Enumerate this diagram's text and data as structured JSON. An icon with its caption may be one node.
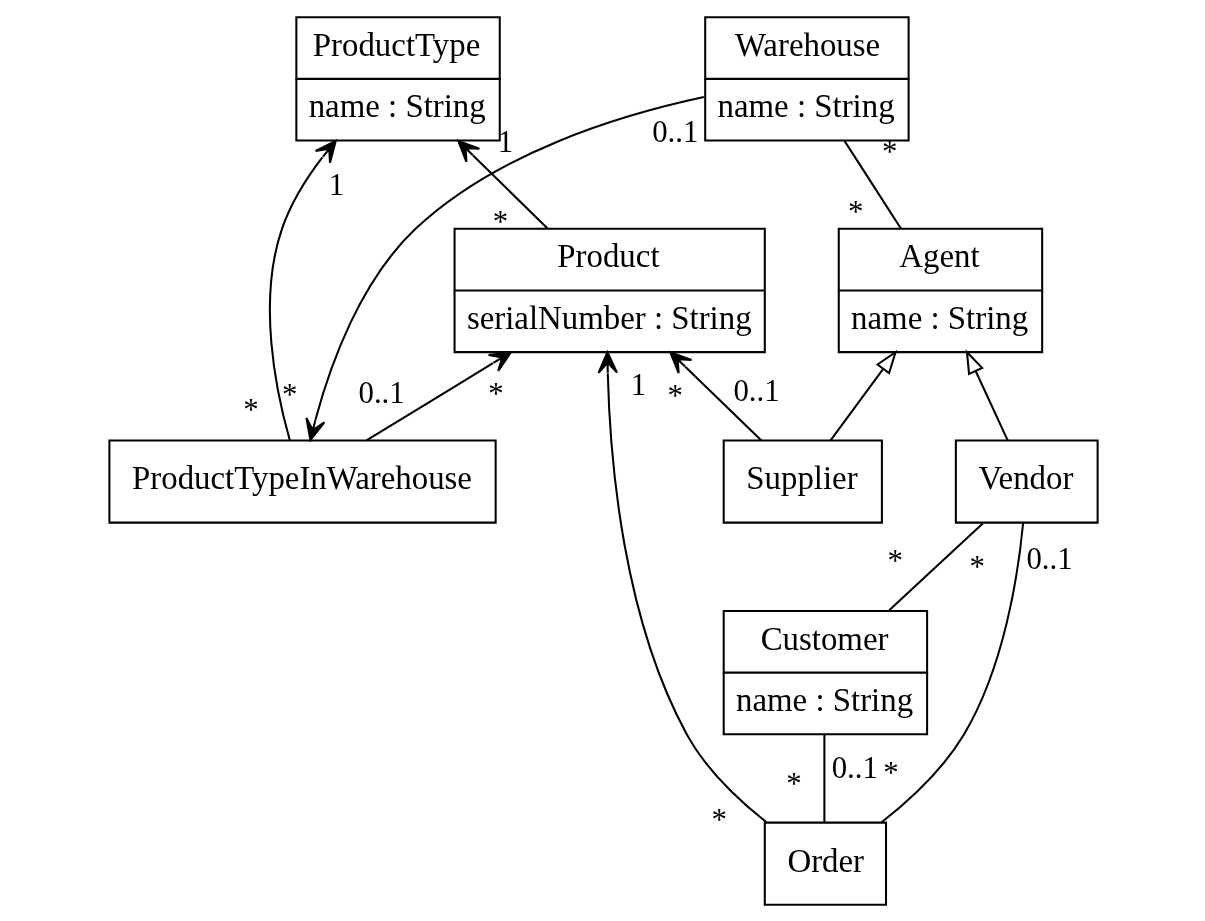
{
  "diagram": {
    "nodes": [
      {
        "text": [
          "Warehouse",
          "name : String"
        ]
      },
      {
        "text": [
          "ProductType",
          "name : String"
        ]
      },
      {
        "text": [
          "Agent",
          "name : String"
        ]
      },
      {
        "text": [
          "Product",
          "serialNumber : String"
        ]
      },
      {
        "text": [
          "Vendor"
        ]
      },
      {
        "text": [
          "Supplier"
        ]
      },
      {
        "text": [
          "ProductTypeInWarehouse"
        ]
      },
      {
        "text": [
          "Customer",
          "name : String"
        ]
      },
      {
        "text": [
          "Order"
        ]
      }
    ],
    "edges": [
      {
        "from": 0,
        "to": 2,
        "arrow": "none"
      },
      {
        "from": 3,
        "to": 1,
        "arrow": "to"
      },
      {
        "from": 0,
        "to": 6,
        "arrow": "to"
      },
      {
        "from": 6,
        "to": 1,
        "arrow": "to"
      },
      {
        "from": 4,
        "to": 2,
        "arrow": "to"
      },
      {
        "from": 5,
        "to": 2,
        "arrow": "to"
      },
      {
        "from": 5,
        "to": 3,
        "arrow": "to"
      },
      {
        "from": 6,
        "to": 3,
        "arrow": "to"
      },
      {
        "from": 4,
        "to": 7,
        "arrow": "none"
      },
      {
        "from": 4,
        "to": 8,
        "arrow": "none"
      },
      {
        "from": 7,
        "to": 8,
        "arrow": "none"
      },
      {
        "from": 8,
        "to": 3,
        "arrow": "to"
      }
    ],
    "labels": [
      "*",
      "0..1",
      "1",
      "1",
      "*",
      "*",
      "*",
      "1",
      "*",
      "0..1",
      "0..1",
      "*",
      "*",
      "*",
      "0..1",
      "*",
      "0..1",
      "*",
      "*",
      "*"
    ]
  }
}
